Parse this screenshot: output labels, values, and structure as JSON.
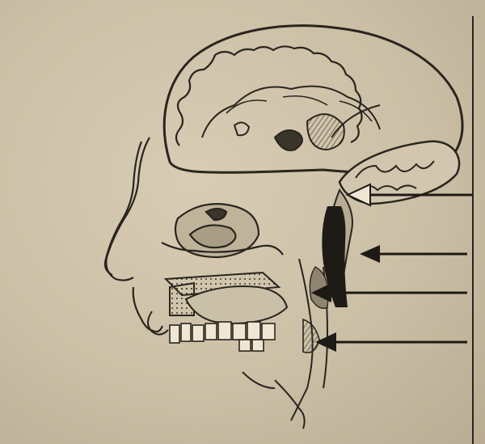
{
  "figure": {
    "subject": "",
    "colors": {
      "paper": "#cbbfa6",
      "ink": "#2a251e",
      "hatch": "#6b6255"
    },
    "arrows": [
      {
        "style": "hollow",
        "pointing": "left"
      },
      {
        "style": "solid",
        "pointing": "left"
      },
      {
        "style": "solid",
        "pointing": "left"
      },
      {
        "style": "solid",
        "pointing": "left"
      }
    ],
    "number_labels": [
      "",
      "",
      "",
      ""
    ]
  }
}
